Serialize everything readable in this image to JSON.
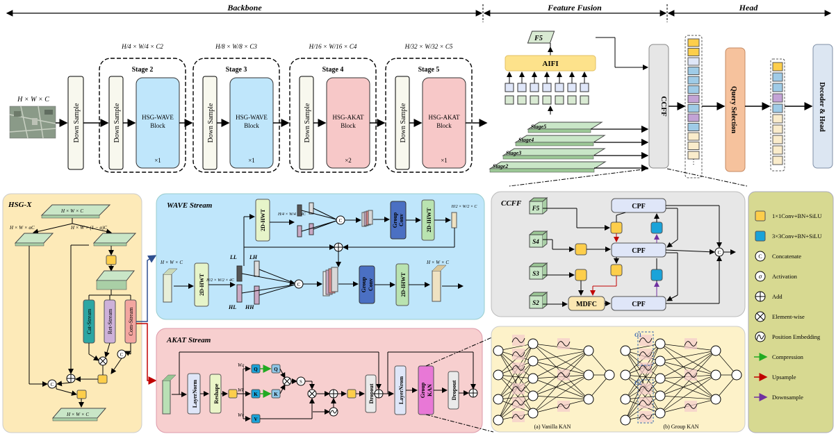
{
  "headers": {
    "backbone": "Backbone",
    "fusion": "Feature Fusion",
    "head": "Head"
  },
  "input_dims": "H × W × C",
  "downsample": "Down Sample",
  "stages": [
    {
      "dims": "H/4 × W/4 × C2",
      "title": "Stage 2",
      "block": "HSG-WAVE",
      "block2": "Block",
      "mult": "×1",
      "color": "#bfe6fb"
    },
    {
      "dims": "H/8 × W/8 × C3",
      "title": "Stage 3",
      "block": "HSG-WAVE",
      "block2": "Block",
      "mult": "×1",
      "color": "#bfe6fb"
    },
    {
      "dims": "H/16 × W/16 × C4",
      "title": "Stage 4",
      "block": "HSG-AKAT",
      "block2": "Block",
      "mult": "×2",
      "color": "#f7c8c8"
    },
    {
      "dims": "H/32 × W/32 × C5",
      "title": "Stage 5",
      "block": "HSG-AKAT",
      "block2": "Block",
      "mult": "×1",
      "color": "#f7c8c8"
    }
  ],
  "fusion": {
    "f5": "F5",
    "aifi": "AIFI",
    "stages": [
      "Stage5",
      "Stage4",
      "Stage3",
      "Stage2"
    ],
    "ccff": "CCFF"
  },
  "head": {
    "query": "Query Selection",
    "decoder": "Decoder & Head",
    "ellipsis": "⋮"
  },
  "hsgx": {
    "title": "HSG-X",
    "top": "H × W × C",
    "left": "H × W × αC",
    "right": "H × W × (1 − α)C",
    "streams": [
      "Cat-Stream",
      "Ret-Stream",
      "Com-Stream"
    ],
    "bottom": "H × W × C"
  },
  "wave": {
    "title": "WAVE Stream",
    "dwt": "2D-HWT",
    "idwt": "2D-IHWT",
    "group1": "Group",
    "group2": "Conv",
    "in_dims": "H × W × C",
    "half_dims": "H/2 × W/2 × 4C",
    "quarter_dims": "H/4 × W/4 × 4C",
    "out_dims": "H × W × C",
    "half_out": "H/2 × W/2 × C",
    "ll": "LL",
    "lh": "LH",
    "hl": "HL",
    "hh": "HH"
  },
  "akat": {
    "title": "AKAT Stream",
    "layernorm": "LayerNorm",
    "reshape": "Reshape",
    "dropout": "Dropout",
    "layernorm2": "LayerNrom",
    "kan1": "Group",
    "kan2": "KAN",
    "wq": "Wq",
    "wk": "Wk",
    "wv": "Wv",
    "q": "Q",
    "k": "K",
    "v": "V",
    "s": "S"
  },
  "ccff": {
    "title": "CCFF",
    "inputs": [
      "F5",
      "S4",
      "S3",
      "S2"
    ],
    "cpf": "CPF",
    "mdfc": "MDFC"
  },
  "kan": {
    "vanilla": "(a) Vanilla KAN",
    "group": "(b) Group KAN",
    "g1": "G1",
    "g2": "G2"
  },
  "legend": [
    {
      "label": "1×1Conv+BN+SiLU",
      "kind": "yellow"
    },
    {
      "label": "3×3Conv+BN+SiLU",
      "kind": "blue"
    },
    {
      "label": "Concatenate",
      "kind": "concat"
    },
    {
      "label": "Activation",
      "kind": "sigma"
    },
    {
      "label": "Add",
      "kind": "add"
    },
    {
      "label": "Element-wise",
      "kind": "mul"
    },
    {
      "label": "Position Embedding",
      "kind": "pos"
    },
    {
      "label": "Compression",
      "kind": "green"
    },
    {
      "label": "Upsample",
      "kind": "red"
    },
    {
      "label": "Downsample",
      "kind": "purple"
    }
  ]
}
